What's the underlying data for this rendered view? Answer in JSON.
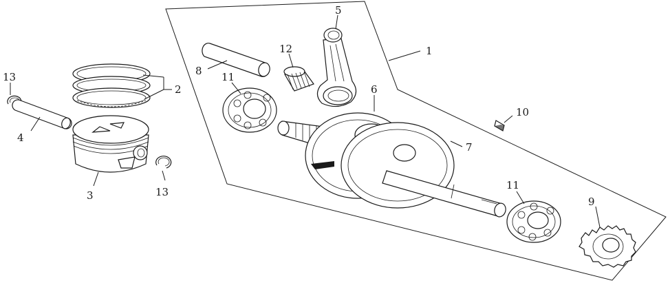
{
  "diagram": {
    "callouts": {
      "c1": "1",
      "c2": "2",
      "c3": "3",
      "c4": "4",
      "c5": "5",
      "c6": "6",
      "c7": "7",
      "c8": "8",
      "c9": "9",
      "c10": "10",
      "c11a": "11",
      "c11b": "11",
      "c12": "12",
      "c13a": "13",
      "c13b": "13"
    }
  }
}
